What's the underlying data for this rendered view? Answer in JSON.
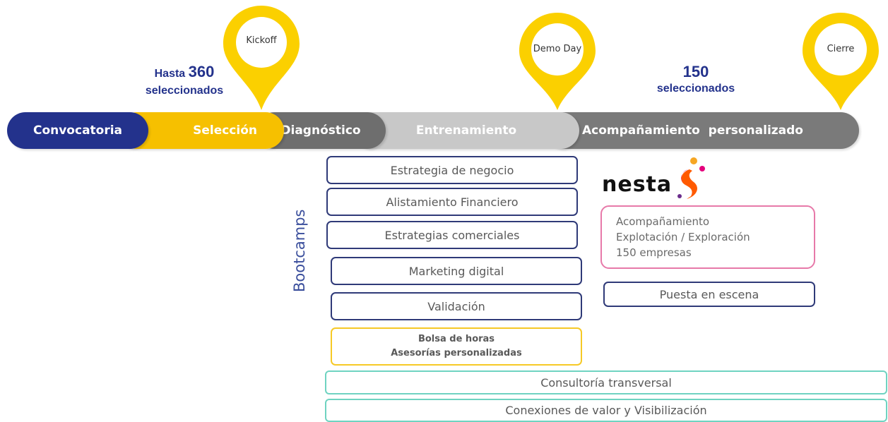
{
  "header": {
    "left_count": {
      "prefix": "Hasta",
      "number": "360",
      "label": "seleccionados"
    },
    "right_count": {
      "number": "150",
      "label": "seleccionados"
    }
  },
  "milestones": [
    {
      "label": "Kickoff"
    },
    {
      "label": "Demo Day"
    },
    {
      "label": "Cierre"
    }
  ],
  "timeline": [
    {
      "label": "Convocatoria",
      "color": "#23328c"
    },
    {
      "label": "Selección",
      "color": "#f6c000"
    },
    {
      "label": "Diagnóstico",
      "color": "#6e6e6e"
    },
    {
      "label": "Entrenamiento",
      "color": "#c8c8c8"
    },
    {
      "label": "Acompañamiento  personalizado",
      "color": "#7a7a7a"
    }
  ],
  "bootcamps": {
    "title": "Bootcamps",
    "items": [
      "Estrategia de negocio",
      "Alistamiento Financiero",
      "Estrategias comerciales",
      "Marketing digital",
      "Validación"
    ],
    "hours": {
      "line1": "Bolsa de horas",
      "line2": "Asesorías personalizadas"
    }
  },
  "nesta": {
    "logo_text": "nesta",
    "support": {
      "line1": "Acompañamiento",
      "line2": "Explotación / Exploración",
      "line3": "150 empresas"
    },
    "puesta": "Puesta en escena"
  },
  "transversal": [
    "Consultoría transversal",
    "Conexiones de valor y Visibilización"
  ],
  "colors": {
    "navy": "#23328c",
    "yellow": "#f6c000",
    "pin_yellow": "#fbd000",
    "teal": "#6fd3c1",
    "pink": "#e779a9"
  }
}
